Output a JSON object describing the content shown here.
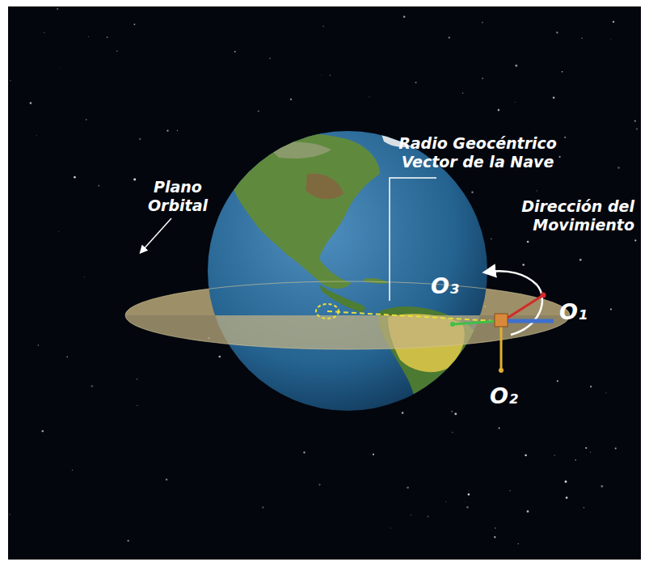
{
  "diagram": {
    "labels": [
      "Plano Orbital",
      "Radio Geocéntrico Vector de la Nave",
      "Dirección del Movimiento",
      "O₃",
      "O₁",
      "O₂"
    ]
  }
}
